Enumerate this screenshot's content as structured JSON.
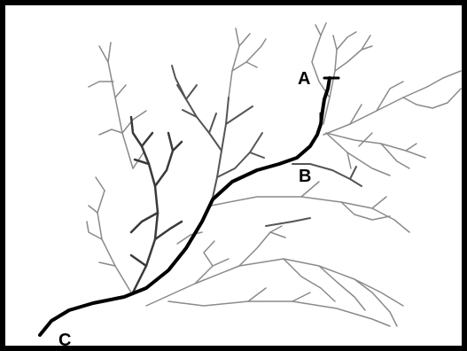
{
  "diagram": {
    "labels": {
      "a": "A",
      "b": "B",
      "c": "C"
    },
    "colors": {
      "frame": "#000000",
      "main_channel": "#000000",
      "tributary_dark": "#3a3a3a",
      "tributary_mid": "#555555",
      "tributary_light": "#8a8a8a",
      "background": "#ffffff"
    }
  }
}
